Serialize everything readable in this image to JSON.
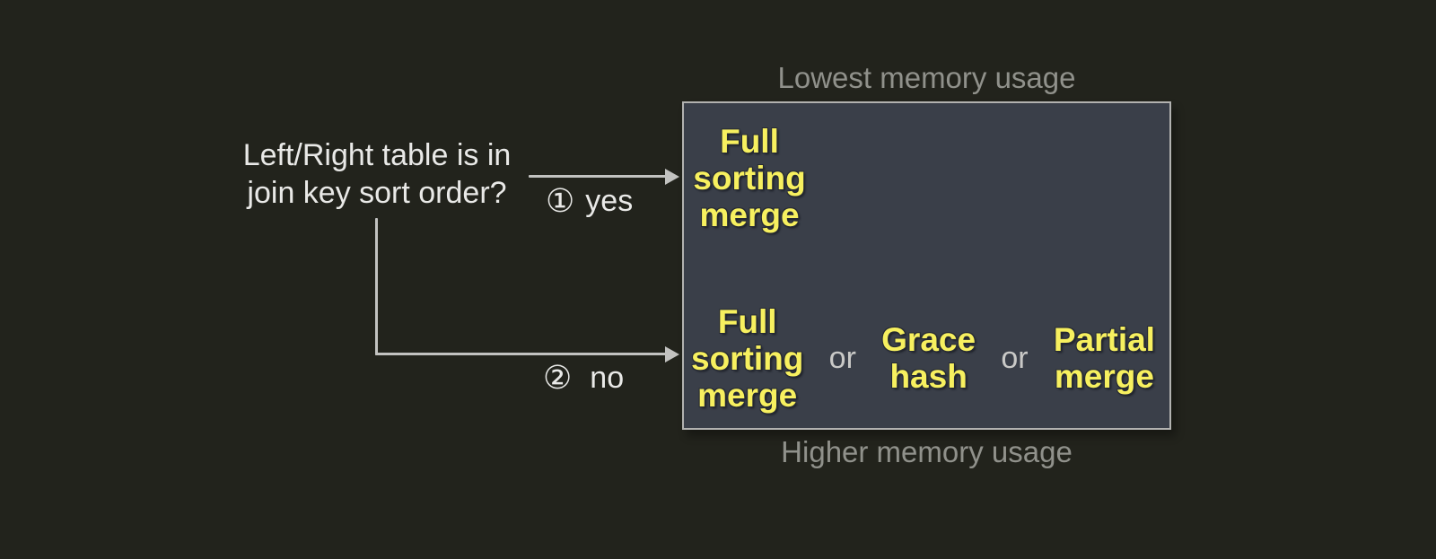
{
  "colors": {
    "page_bg": "#22231c",
    "box_bg": "#3a3f49",
    "box_border": "#b2b2b0",
    "option_yellow": "#f7f05f",
    "white_text": "#e9e9e7",
    "gray_text": "#90918b",
    "line": "#c2c2c0"
  },
  "question": {
    "text": "Left/Right table is in\njoin key sort order?"
  },
  "branches": {
    "yes": {
      "number": "①",
      "label": "yes"
    },
    "no": {
      "number": "②",
      "label": "no"
    }
  },
  "memory_scale": {
    "top": "Lowest memory usage",
    "bottom": "Higher memory usage"
  },
  "strategy_box": {
    "sorted_row": {
      "options": [
        {
          "label": "Full\nsorting\nmerge"
        }
      ]
    },
    "unsorted_row": {
      "separator": "or",
      "options": [
        {
          "label": "Full\nsorting\nmerge"
        },
        {
          "label": "Grace\nhash"
        },
        {
          "label": "Partial\nmerge"
        }
      ]
    }
  }
}
